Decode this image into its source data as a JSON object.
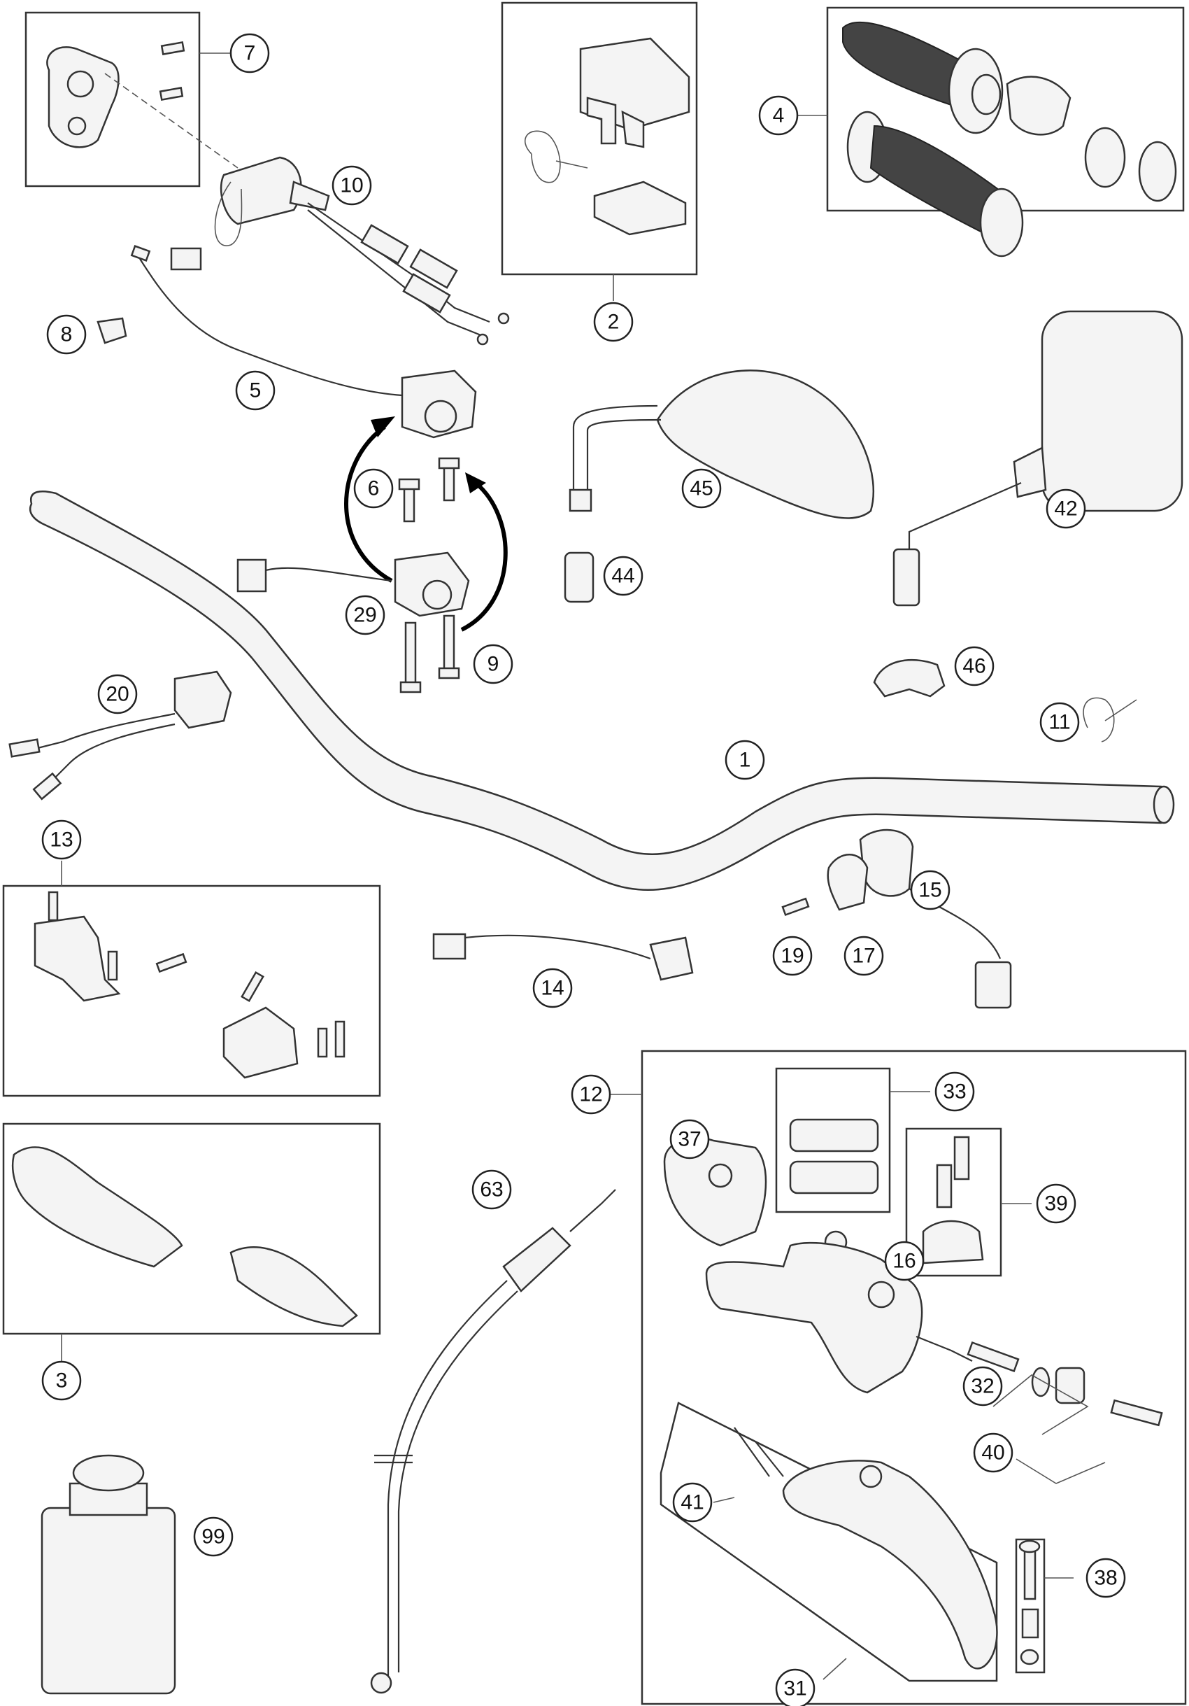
{
  "callouts": [
    "1",
    "2",
    "3",
    "4",
    "5",
    "6",
    "7",
    "8",
    "9",
    "10",
    "11",
    "12",
    "13",
    "14",
    "15",
    "16",
    "17",
    "19",
    "20",
    "29",
    "31",
    "32",
    "33",
    "37",
    "38",
    "39",
    "40",
    "41",
    "42",
    "44",
    "45",
    "46",
    "63",
    "99"
  ]
}
